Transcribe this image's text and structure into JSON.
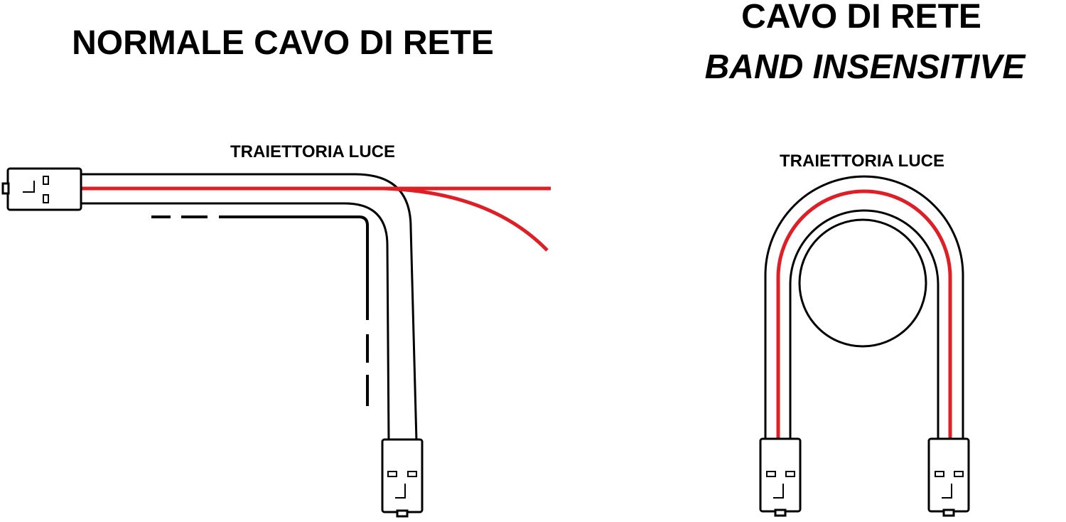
{
  "left_panel": {
    "title": "NORMALE CAVO DI RETE",
    "label": "TRAIETTORIA LUCE"
  },
  "right_panel": {
    "title_line1": "CAVO DI RETE",
    "title_line2": "BAND INSENSITIVE",
    "label": "TRAIETTORIA LUCE"
  },
  "colors": {
    "cable_outline": "#000000",
    "light_path": "#e01e26",
    "background": "#ffffff"
  },
  "icons": {
    "connector": "rj45-connector-icon"
  }
}
